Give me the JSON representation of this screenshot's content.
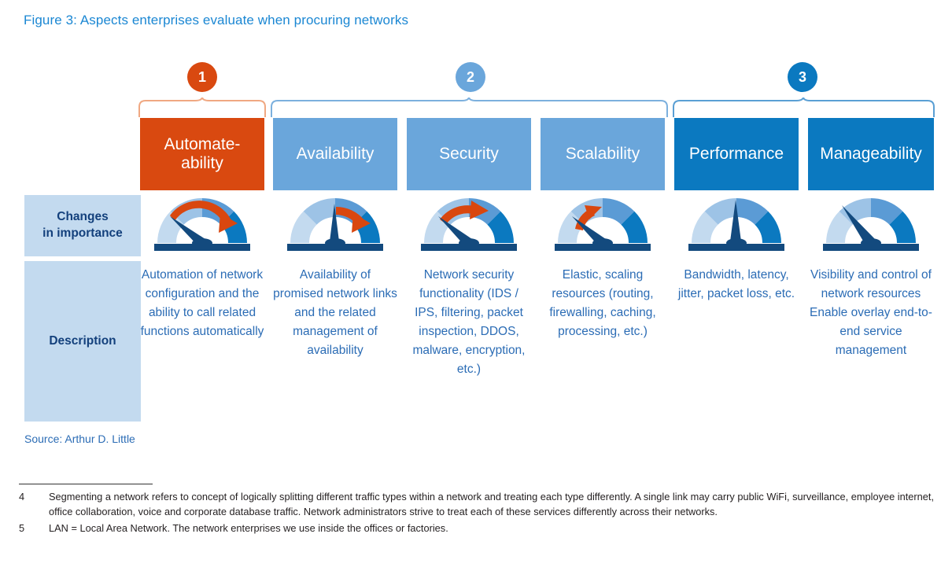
{
  "figure": {
    "title": "Figure 3: Aspects enterprises evaluate when procuring networks",
    "source": "Source: Arthur D. Little",
    "title_color": "#1b87d3"
  },
  "row_labels": {
    "changes": "Changes\nin importance",
    "changes_line1": "Changes",
    "changes_line2": "in importance",
    "description": "Description"
  },
  "groups": [
    {
      "badge": "1",
      "color": "#d94910",
      "columns": [
        "Automate-ability"
      ]
    },
    {
      "badge": "2",
      "color": "#6aa6db",
      "columns": [
        "Availability",
        "Security",
        "Scalability"
      ]
    },
    {
      "badge": "3",
      "color": "#0b79c0",
      "columns": [
        "Performance",
        "Manageability"
      ]
    }
  ],
  "columns": [
    {
      "name": "automate-ability",
      "header_line1": "Automate-",
      "header_line2": "ability",
      "header_color": "#d94910",
      "gauge": "gauge-needle-left-arrow-long",
      "description": "Automation of network configuration and the ability to call related functions automatically"
    },
    {
      "name": "availability",
      "header_line1": "Availability",
      "header_line2": "",
      "header_color": "#6aa6db",
      "gauge": "gauge-needle-up-arrow-short",
      "description": "Availability of promised network links and the related management of availability"
    },
    {
      "name": "security",
      "header_line1": "Security",
      "header_line2": "",
      "header_color": "#6aa6db",
      "gauge": "gauge-needle-left-arrow-medium",
      "description": "Network security functionality (IDS / IPS, filtering, packet inspection, DDOS, malware, encryption, etc.)"
    },
    {
      "name": "scalability",
      "header_line1": "Scalability",
      "header_line2": "",
      "header_color": "#6aa6db",
      "gauge": "gauge-needle-left-arrow-small",
      "description": "Elastic, scaling resources (routing, firewalling, caching, processing, etc.)"
    },
    {
      "name": "performance",
      "header_line1": "Performance",
      "header_line2": "",
      "header_color": "#0b79c0",
      "gauge": "gauge-needle-up-no-arrow",
      "description": "Bandwidth, latency, jitter, packet loss, etc."
    },
    {
      "name": "manageability",
      "header_line1": "Manageability",
      "header_line2": "",
      "header_color": "#0b79c0",
      "gauge": "gauge-needle-left-no-arrow",
      "description": "Visibility and control of network resources Enable overlay end-to-end service management"
    }
  ],
  "footnotes": [
    {
      "num": "4",
      "text": "Segmenting a network refers to concept of logically splitting different traffic types within a network and treating each type differently. A single link may carry public WiFi, surveillance, employee internet, office collaboration, voice and corporate database traffic. Network administrators strive to treat each of these services differently across their networks."
    },
    {
      "num": "5",
      "text": "LAN = Local Area Network. The network enterprises we use inside the offices or factories."
    }
  ],
  "palette": {
    "orange": "#d94910",
    "light_blue": "#6aa6db",
    "dark_blue": "#0b79c0",
    "pale_blue": "#c3daef",
    "text_blue": "#2b6cb5",
    "gauge_navy": "#134a7e"
  }
}
